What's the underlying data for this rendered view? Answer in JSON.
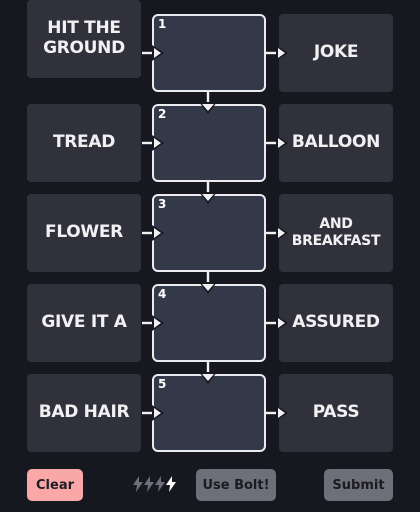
{
  "rows": [
    {
      "number": "1",
      "left": "HIT THE GROUND",
      "right": "JOKE"
    },
    {
      "number": "2",
      "left": "TREAD",
      "right": "BALLOON"
    },
    {
      "number": "3",
      "left": "FLOWER",
      "right": "AND BREAKFAST"
    },
    {
      "number": "4",
      "left": "GIVE IT A",
      "right": "ASSURED"
    },
    {
      "number": "5",
      "left": "BAD HAIR",
      "right": "PASS"
    }
  ],
  "controls": {
    "clear_label": "Clear",
    "bolt_label": "Use Bolt!",
    "submit_label": "Submit"
  },
  "bolts": {
    "total": 4,
    "available": 1
  },
  "colors": {
    "background": "#16171f",
    "tile": "#30313b",
    "slot": "#343949",
    "clear_button": "#f9a7a7",
    "disabled_button": "#6e6f79",
    "bolt_active": "#ffffff",
    "bolt_used": "#6e6f79"
  },
  "icons": {
    "arrow": "arrow-right-icon",
    "down": "arrow-down-icon",
    "bolt": "lightning-bolt-icon"
  }
}
